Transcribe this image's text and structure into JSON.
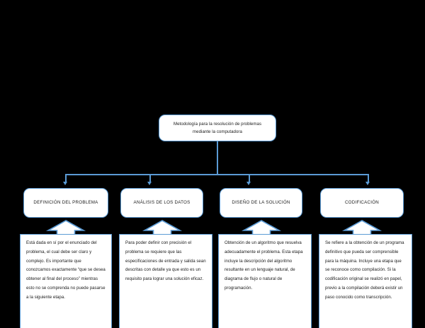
{
  "diagram": {
    "background_color": "#000000",
    "accent_color": "#5b9bd5",
    "box_fill_color": "#ffffff",
    "text_color": "#1a1a1a",
    "root": {
      "label": "Metodología para la resolución de problemas mediante la computadora"
    },
    "stages": [
      {
        "id": "definicion-del-problema",
        "title": "DEFINICIÓN DEL PROBLEMA",
        "description": "Está dada en sí por el enunciado del problema, el cual debe ser claro y complejo. Es importante que conozcamos exactamente “que se desea obtener al final del proceso” mientras esto no se comprenda no puede pasarse a la siguiente etapa."
      },
      {
        "id": "analisis-de-los-datos",
        "title": "ANÁLISIS DE LOS DATOS",
        "description": "Para poder definir con precisión el problema se requiere que las especificaciones de entrada y salida sean descritas con detalle ya que esto es un requisito para lograr una solución eficaz."
      },
      {
        "id": "diseno-de-la-solucion",
        "title": "DISEÑO DE LA SOLUCIÓN",
        "description": "Obtención de un algoritmo que resuelva adecuadamente el problema. Esta etapa incluye la descripción del algoritmo resultante en un lenguaje natural, de diagrama de flujo o natural de programación."
      },
      {
        "id": "codificacion",
        "title": "CODIFICACIÓN",
        "description": "Se refiere a la obtención de un programa definitivo que pueda ser comprensible para la máquina. Incluye una etapa que se reconoce como compilación. Si la codificación original se realizó en papel, previo a la compilación deberá existir un paso conocido como transcripción."
      }
    ]
  }
}
